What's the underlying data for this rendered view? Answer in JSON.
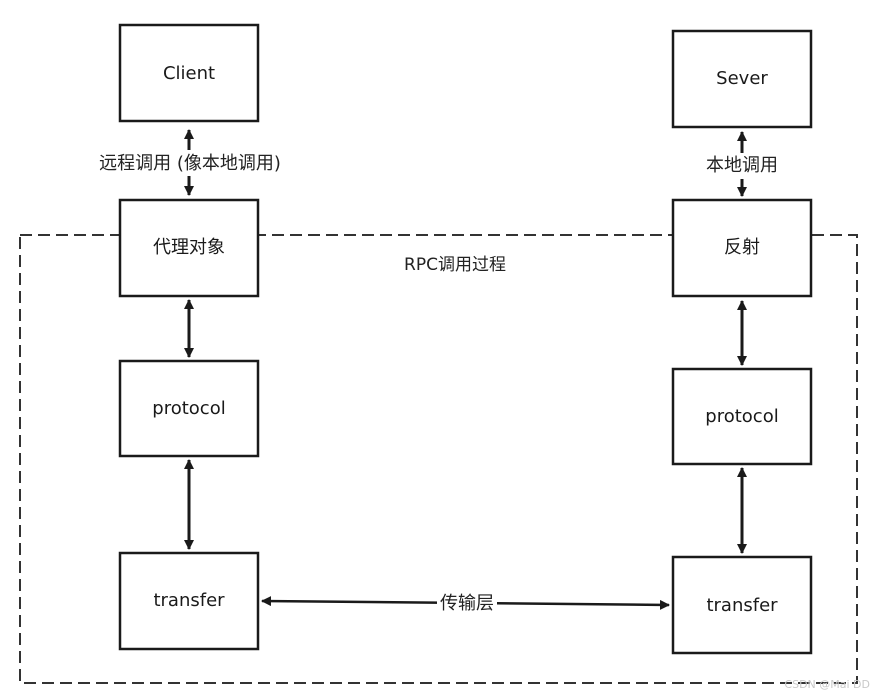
{
  "colors": {
    "stroke": "#1a1a1a",
    "background": "#ffffff"
  },
  "group": {
    "label": "RPC调用过程"
  },
  "nodes": {
    "client": "Client",
    "proxy": "代理对象",
    "protocol_left": "protocol",
    "transfer_left": "transfer",
    "server": "Sever",
    "reflection": "反射",
    "protocol_right": "protocol",
    "transfer_right": "transfer"
  },
  "edges": {
    "remote_call": "远程调用 (像本地调用)",
    "local_call": "本地调用",
    "transport_layer": "传输层"
  },
  "watermark": "CSDN @Mai DD"
}
